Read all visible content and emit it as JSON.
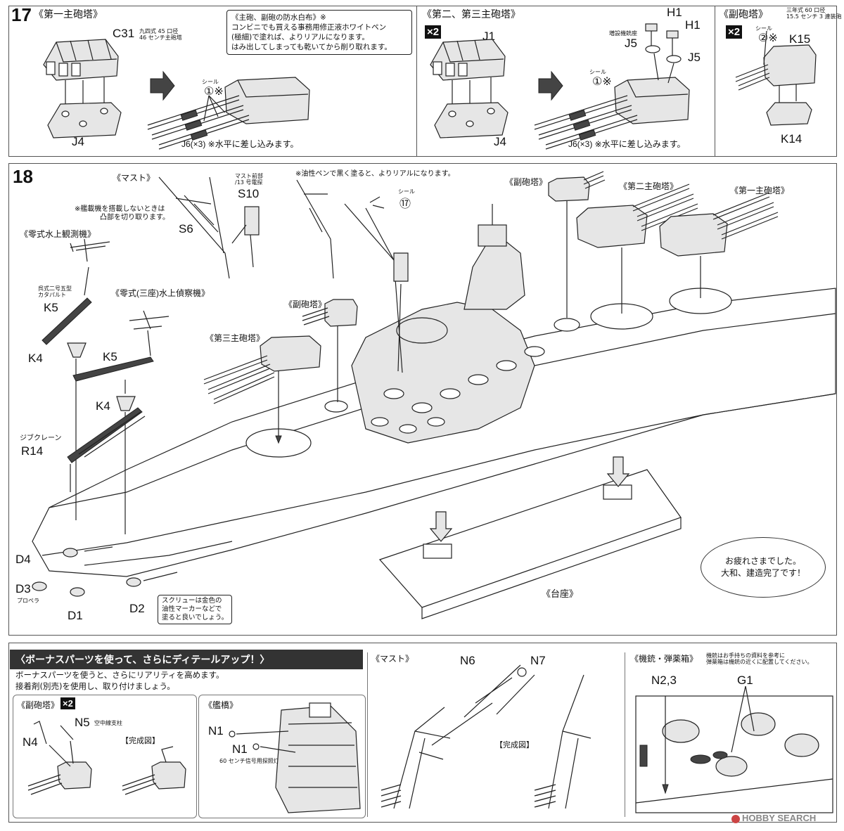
{
  "step17": {
    "number": "17",
    "turret1_title": "《第一主砲塔》",
    "turret23_title": "《第二、第三主砲塔》",
    "secondary_title": "《副砲塔》",
    "multiplier": "×2",
    "note": [
      "《主砲、副砲の防水白布》※",
      "コンビニでも買える事務用修正液ホワイトペン",
      "(極細)で塗れば、よりリアルになります。",
      "はみ出してしまっても乾いてから削り取れます。"
    ],
    "c31": "C31",
    "c31_desc": [
      "九四式 45 口径",
      "46 センチ主砲塔"
    ],
    "j1": "J1",
    "j4_a": "J4",
    "j4_b": "J4",
    "j6_a": "J6(×3) ※水平に差し込みます。",
    "j6_b": "J6(×3) ※水平に差し込みます。",
    "seal_word": "シール",
    "seal_1": "①※",
    "seal_2": "②※",
    "h1a": "H1",
    "h1b": "H1",
    "j5a": "J5",
    "j5b": "J5",
    "j5_desc": "増設機銃座",
    "k15": "K15",
    "k14": "K14",
    "k15_desc": [
      "三年式 60 口径",
      "15.5 センチ 3 連装砲"
    ]
  },
  "step18": {
    "number": "18",
    "mast": "《マスト》",
    "s6": "S6",
    "s10": "S10",
    "s10_desc": [
      "マスト前部",
      "/13 号電探"
    ],
    "oil_pen_note": "※油性ペンで黒く塗ると、よりリアルになります。",
    "seal_17": "⑰",
    "seal_word": "シール",
    "catapult_note": [
      "※艦載機を搭載しないときは",
      "凸部を切り取ります。"
    ],
    "zero_observer": "《零式水上観測機》",
    "catapult_desc": [
      "呉式二号五型",
      "カタパルト"
    ],
    "k5a": "K5",
    "k4a": "K4",
    "k5b": "K5",
    "k4b": "K4",
    "zero_recon": "《零式(三座)水上偵察機》",
    "secondary_a": "《副砲塔》",
    "secondary_b": "《副砲塔》",
    "turret3": "《第三主砲塔》",
    "turret2": "《第二主砲塔》",
    "turret1": "《第一主砲塔》",
    "jib_crane": "ジブクレーン",
    "r14": "R14",
    "d4": "D4",
    "d3": "D3",
    "propeller": "プロペラ",
    "d1": "D1",
    "d2": "D2",
    "screw_note": [
      "スクリューは金色の",
      "油性マーカーなどで",
      "塗ると良いでしょう。"
    ],
    "stand": "《台座》",
    "done_bubble": [
      "お疲れさまでした。",
      "大和、建造完了です！"
    ]
  },
  "bonus": {
    "title": "〈ボーナスパーツを使って、さらにディテールアップ！〉",
    "intro": [
      "ボーナスパーツを使うと、さらにリアリティを高めます。",
      "接着剤(別売)を使用し、取り付けましょう。"
    ],
    "secondary": "《副砲塔》",
    "multiplier": "×2",
    "n5": "N5",
    "n5_desc": "空中線支柱",
    "n4": "N4",
    "complete": "【完成図】",
    "bridge": "《艦橋》",
    "n1a": "N1",
    "n1b": "N1",
    "n1_desc": "60 センチ信号用探照灯",
    "mast": "《マスト》",
    "n6": "N6",
    "n7": "N7",
    "complete_mast": "【完成図】",
    "guns": "《機銃・弾薬箱》",
    "guns_note": [
      "機銃はお手持ちの資料を参考に",
      "弾薬箱は機銃の近くに配置してください。"
    ],
    "n23": "N2,3",
    "g1": "G1"
  },
  "watermark": "HOBBY SEARCH"
}
